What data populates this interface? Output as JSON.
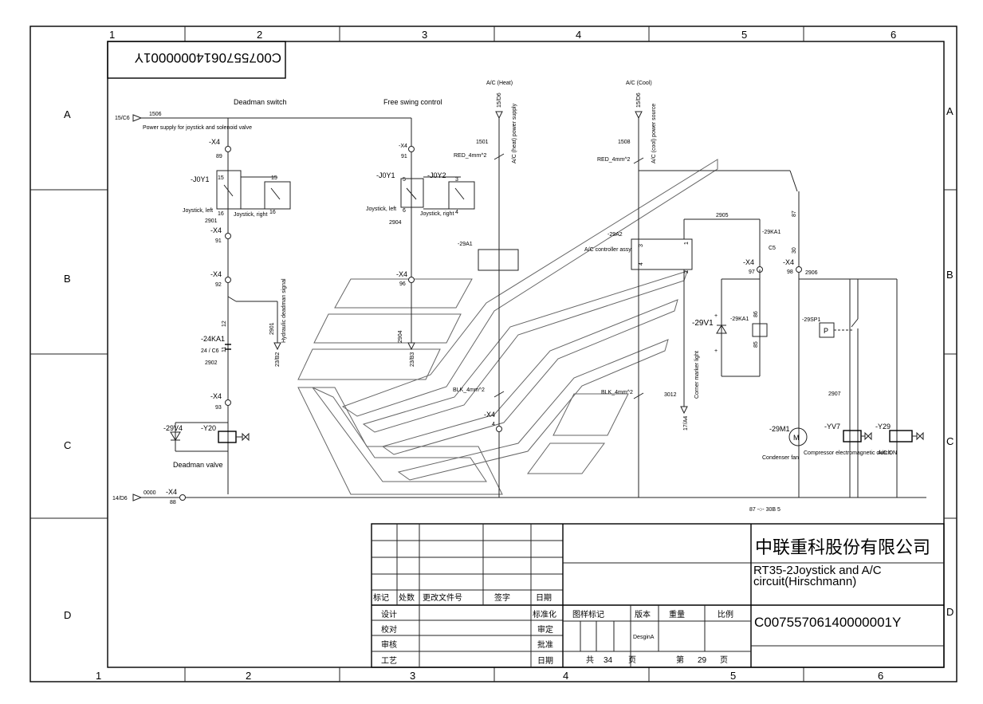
{
  "frame": {
    "col_labels_top": [
      "1",
      "2",
      "3",
      "4",
      "5",
      "6"
    ],
    "col_labels_bottom": [
      "1",
      "2",
      "3",
      "4",
      "5",
      "6"
    ],
    "row_labels": [
      "A",
      "B",
      "C",
      "D"
    ],
    "drawing_code_mirrored": "C00755706140000001Y"
  },
  "sections": {
    "deadman_switch": "Deadman switch",
    "free_swing": "Free swing control",
    "ac_heat": "A/C (Heat)",
    "ac_cool": "A/C (Cool)"
  },
  "wiring": {
    "feed_ref": "15/C6",
    "feed_wire": "1506",
    "feed_desc": "Power supply for joystick and solenoid valve",
    "ground_ref": "14/D6",
    "ground_wire": "0000",
    "ground_term": "-X4",
    "ground_pin": "88",
    "heat_wire": "1501",
    "heat_wire_spec": "RED_4mm^2",
    "heat_ref": "15/D6",
    "heat_power": "A/C (heat) power supply",
    "cool_wire": "1508",
    "cool_wire_spec": "RED_4mm^2",
    "cool_ref": "15/D6",
    "cool_power": "A/C (cool) power source"
  },
  "components": {
    "x4_89": {
      "term": "-X4",
      "pin": "89"
    },
    "joy1": {
      "tag": "-J0Y1",
      "pin_a": "15",
      "pin_b": "16",
      "desc": "Joystick, left"
    },
    "joy_right": {
      "pin_a": "15",
      "pin_b": "16",
      "desc": "Joystick, right"
    },
    "w2901": "2901",
    "x4_91": {
      "term": "-X4",
      "pin": "91"
    },
    "x4_92": {
      "term": "-X4",
      "pin": "92"
    },
    "hyd_signal": "Hydraulic deadman signal",
    "hyd_wire": "2901",
    "hyd_ref": "23/B2",
    "ka1": {
      "tag": "-24KA1",
      "pin_a": "12",
      "pin_b": "11",
      "ref": "24 / C6"
    },
    "w2902": "2902",
    "x4_93": {
      "term": "-X4",
      "pin": "93"
    },
    "v4": "-29V4",
    "y20": "-Y20",
    "deadman_valve": "Deadman valve",
    "x4_91b": {
      "term": "-X4",
      "pin": "91"
    },
    "joy1b": {
      "tag": "-J0Y1",
      "pin_a": "5",
      "pin_b": "6",
      "desc": "Joystick, left"
    },
    "joy2": {
      "tag": "-J0Y2",
      "pin_a": "3",
      "pin_b": "4",
      "desc": "Joystick, right"
    },
    "w2904": "2904",
    "x4_96": {
      "term": "-X4",
      "pin": "96"
    },
    "w2904b": "2904",
    "ref_23b3": "23/B3",
    "a1": "-29A1",
    "blk1": "BLK_4mm^2",
    "x4_4": {
      "term": "-X4",
      "pin": "4"
    },
    "a2": {
      "tag": "-29A2",
      "desc": "A/C controller assy.",
      "p1": "1",
      "p2": "2",
      "p3": "3",
      "p4": "4"
    },
    "w2905": "2905",
    "blk2": "BLK_4mm^2",
    "w3012": "3012",
    "corner_light": "Corner marker light",
    "ref_17a4": "17/A4",
    "ka1b": {
      "tag": "-29KA1",
      "pin": "C5",
      "p87": "87",
      "p30": "30"
    },
    "x4_97": {
      "term": "-X4",
      "pin": "97"
    },
    "x4_98": {
      "term": "-X4",
      "pin": "98"
    },
    "w2906": "2906",
    "v1": "-29V1",
    "ka1_coil": {
      "tag": "-29KA1",
      "p86": "86",
      "p85": "85"
    },
    "sp1": "-29SP1",
    "w2907": "2907",
    "m1": {
      "tag": "-29M1",
      "desc": "Condenser fan",
      "symbol": "M"
    },
    "yv7": {
      "tag": "-YV7",
      "desc": "Compressor electromagnetic clutch"
    },
    "y29": {
      "tag": "-Y29",
      "desc": "A/C ON"
    },
    "relay_note": "87 -○- 30B 5"
  },
  "title_block": {
    "company": "中联重科股份有限公司",
    "title": "RT35-2Joystick and A/C circuit(Hirschmann)",
    "drawing_no": "C00755706140000001Y",
    "rev_headers": [
      "标记",
      "处数",
      "更改文件号",
      "签字",
      "日期"
    ],
    "roles_left": [
      "设计",
      "校对",
      "审核",
      "工艺"
    ],
    "roles_right": [
      "标准化",
      "审定",
      "批准",
      "日期"
    ],
    "mark_headers": [
      "图样标记",
      "版本",
      "重量",
      "比例"
    ],
    "version": "DesginA",
    "total_label": "共",
    "total_pages": "34",
    "page_unit": "页",
    "page_label": "第",
    "page_no": "29",
    "page_unit2": "页"
  },
  "watermark": {
    "kind": "stylized-logo-outline"
  }
}
